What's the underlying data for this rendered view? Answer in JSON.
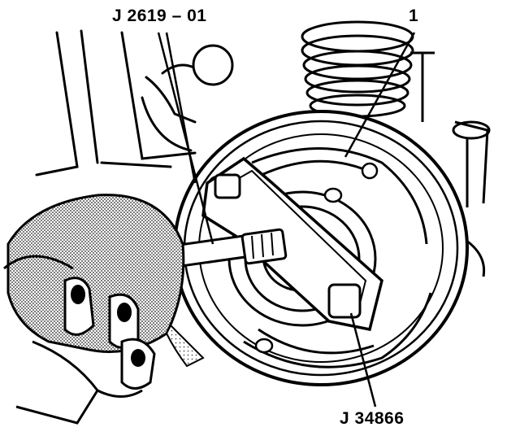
{
  "callouts": {
    "tool_top": "J 2619 – 01",
    "part_1": "1",
    "tool_bottom": "J 34866"
  }
}
